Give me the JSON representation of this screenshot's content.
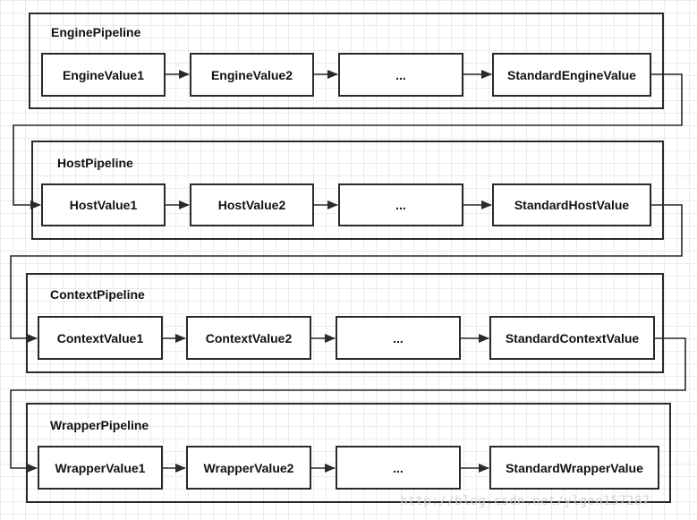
{
  "pipelines": [
    {
      "title": "EnginePipeline",
      "valves": [
        "EngineValue1",
        "EngineValue2",
        "...",
        "StandardEngineValue"
      ]
    },
    {
      "title": "HostPipeline",
      "valves": [
        "HostValue1",
        "HostValue2",
        "...",
        "StandardHostValue"
      ]
    },
    {
      "title": "ContextPipeline",
      "valves": [
        "ContextValue1",
        "ContextValue2",
        "...",
        "StandardContextValue"
      ]
    },
    {
      "title": "WrapperPipeline",
      "valves": [
        "WrapperValue1",
        "WrapperValue2",
        "...",
        "StandardWrapperValue"
      ]
    }
  ],
  "watermark": "http://blog.csdn.net/ylgen157287",
  "colors": {
    "stroke": "#2a2a2a",
    "grid": "#ebebeb",
    "background": "#ffffff"
  }
}
